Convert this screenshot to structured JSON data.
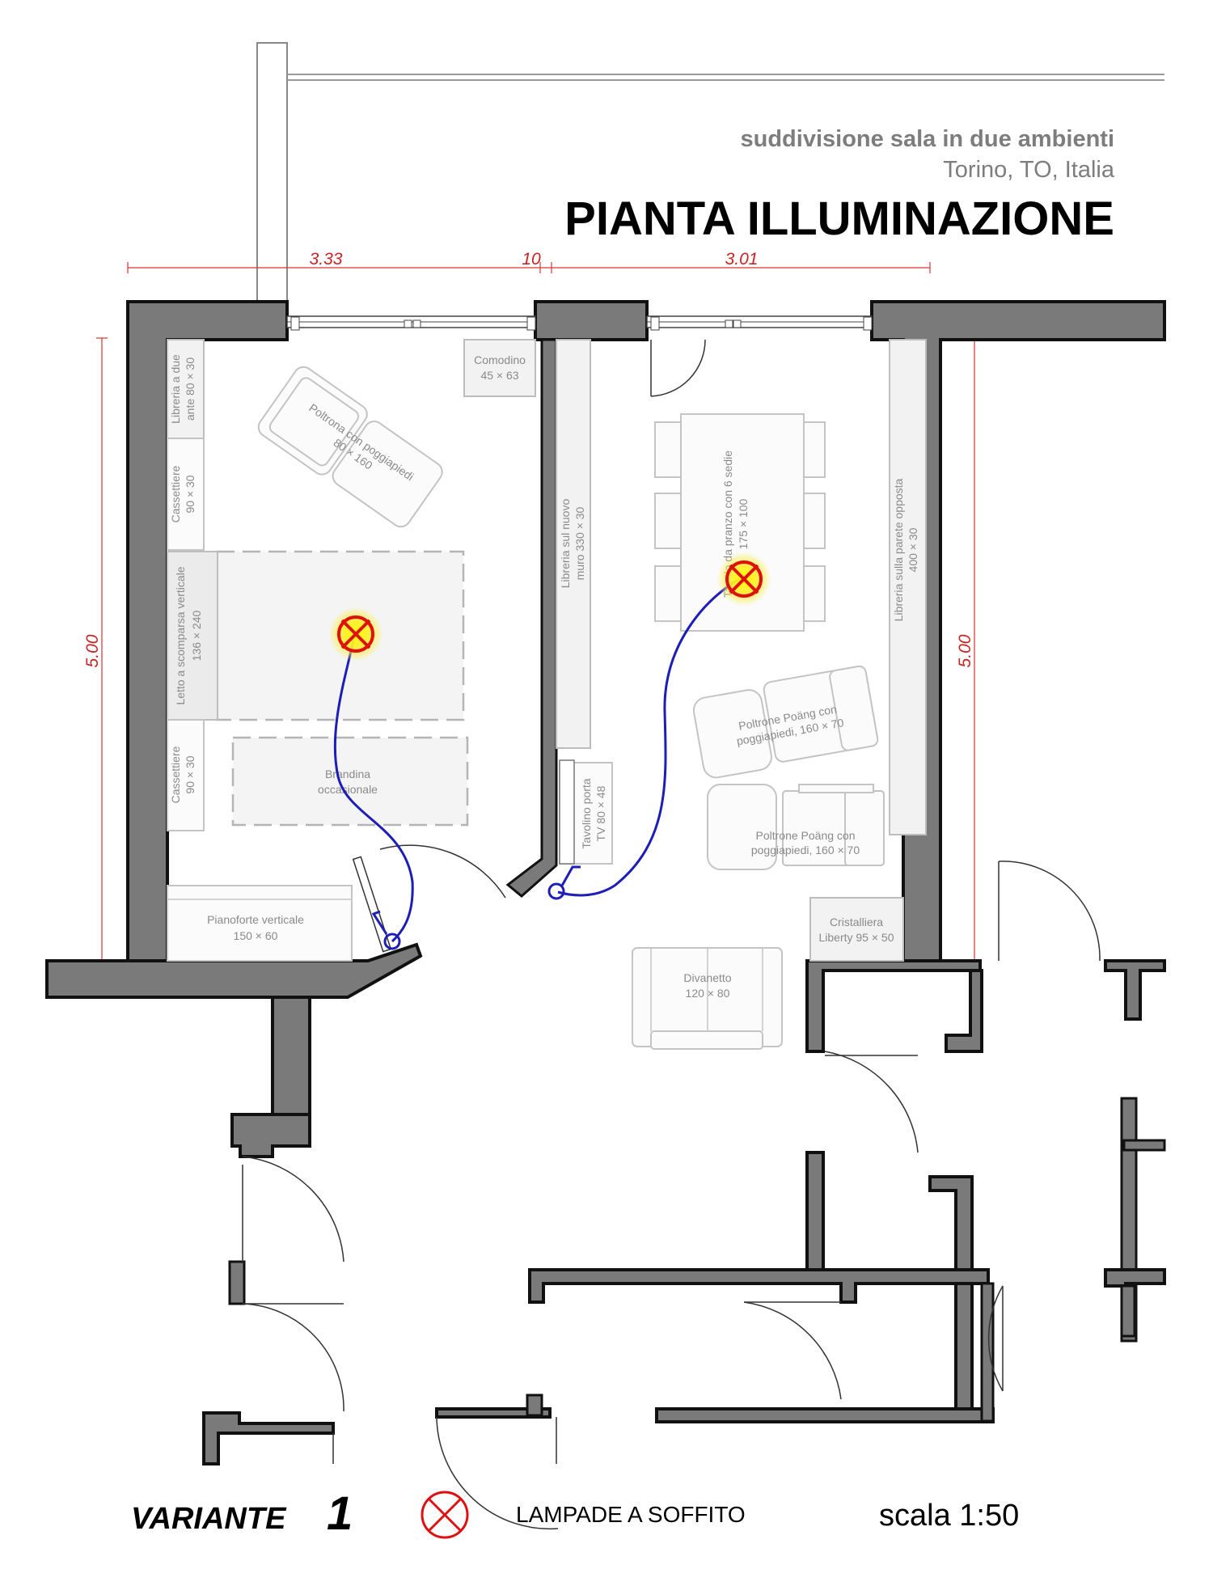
{
  "header": {
    "subtitle": "suddivisione sala in due ambienti",
    "location": "Torino, TO, Italia",
    "title": "PIANTA ILLUMINAZIONE"
  },
  "dimensions": {
    "top_left": "3.33",
    "top_mid": "10",
    "top_right": "3.01",
    "left_height": "5.00",
    "right_height": "5.00"
  },
  "furniture": {
    "libreria_due_ante": {
      "line1": "Libreria a due",
      "line2": "ante  80 × 30"
    },
    "cassettiere_top": {
      "line1": "Cassettiere",
      "line2": "90 × 30"
    },
    "letto": {
      "line1": "Letto a scomparsa verticale",
      "line2": "136 × 240"
    },
    "cassettiere_bottom": {
      "line1": "Cassettiere",
      "line2": "90 × 30"
    },
    "poltrona": {
      "line1": "Poltrona con poggiapiedi",
      "line2": "80 × 160"
    },
    "comodino": {
      "line1": "Comodino",
      "line2": "45 × 63"
    },
    "brandina": {
      "line1": "Brandina",
      "line2": "occasionale"
    },
    "pianoforte": {
      "line1": "Pianoforte verticale",
      "line2": "150 × 60"
    },
    "libreria_nuovo_muro": {
      "line1": "Libreria sul nuovo",
      "line2": "muro 330 × 30"
    },
    "tavolino": {
      "line1": "Tavolino porta",
      "line2": "TV 80 × 48"
    },
    "tavolo_pranzo": {
      "line1": "Tavolo da pranzo con 6 sedie",
      "line2": "175 × 100"
    },
    "libreria_opposta": {
      "line1": "Libreria sulla parete opposta",
      "line2": "400 × 30"
    },
    "poltrone_poang_1": {
      "line1": "Poltrone Poäng con",
      "line2": "poggiapiedi, 160 × 70"
    },
    "poltrone_poang_2": {
      "line1": "Poltrone Poäng con",
      "line2": "poggiapiedi, 160 × 70"
    },
    "cristalliera": {
      "line1": "Cristalliera",
      "line2": "Liberty 95 × 50"
    },
    "divanetto": {
      "line1": "Divanetto",
      "line2": "120 × 80"
    }
  },
  "legend": {
    "variant_label": "VARIANTE",
    "variant_number": "1",
    "lamp_label": "LAMPADE A SOFFITO",
    "scale": "scala 1:50"
  },
  "colors": {
    "wall": "#7a7a7a",
    "lamp_cross": "#dd1111",
    "lamp_glow": "#ffee00",
    "wire": "#1d1db8",
    "dimension": "#cc2222"
  }
}
